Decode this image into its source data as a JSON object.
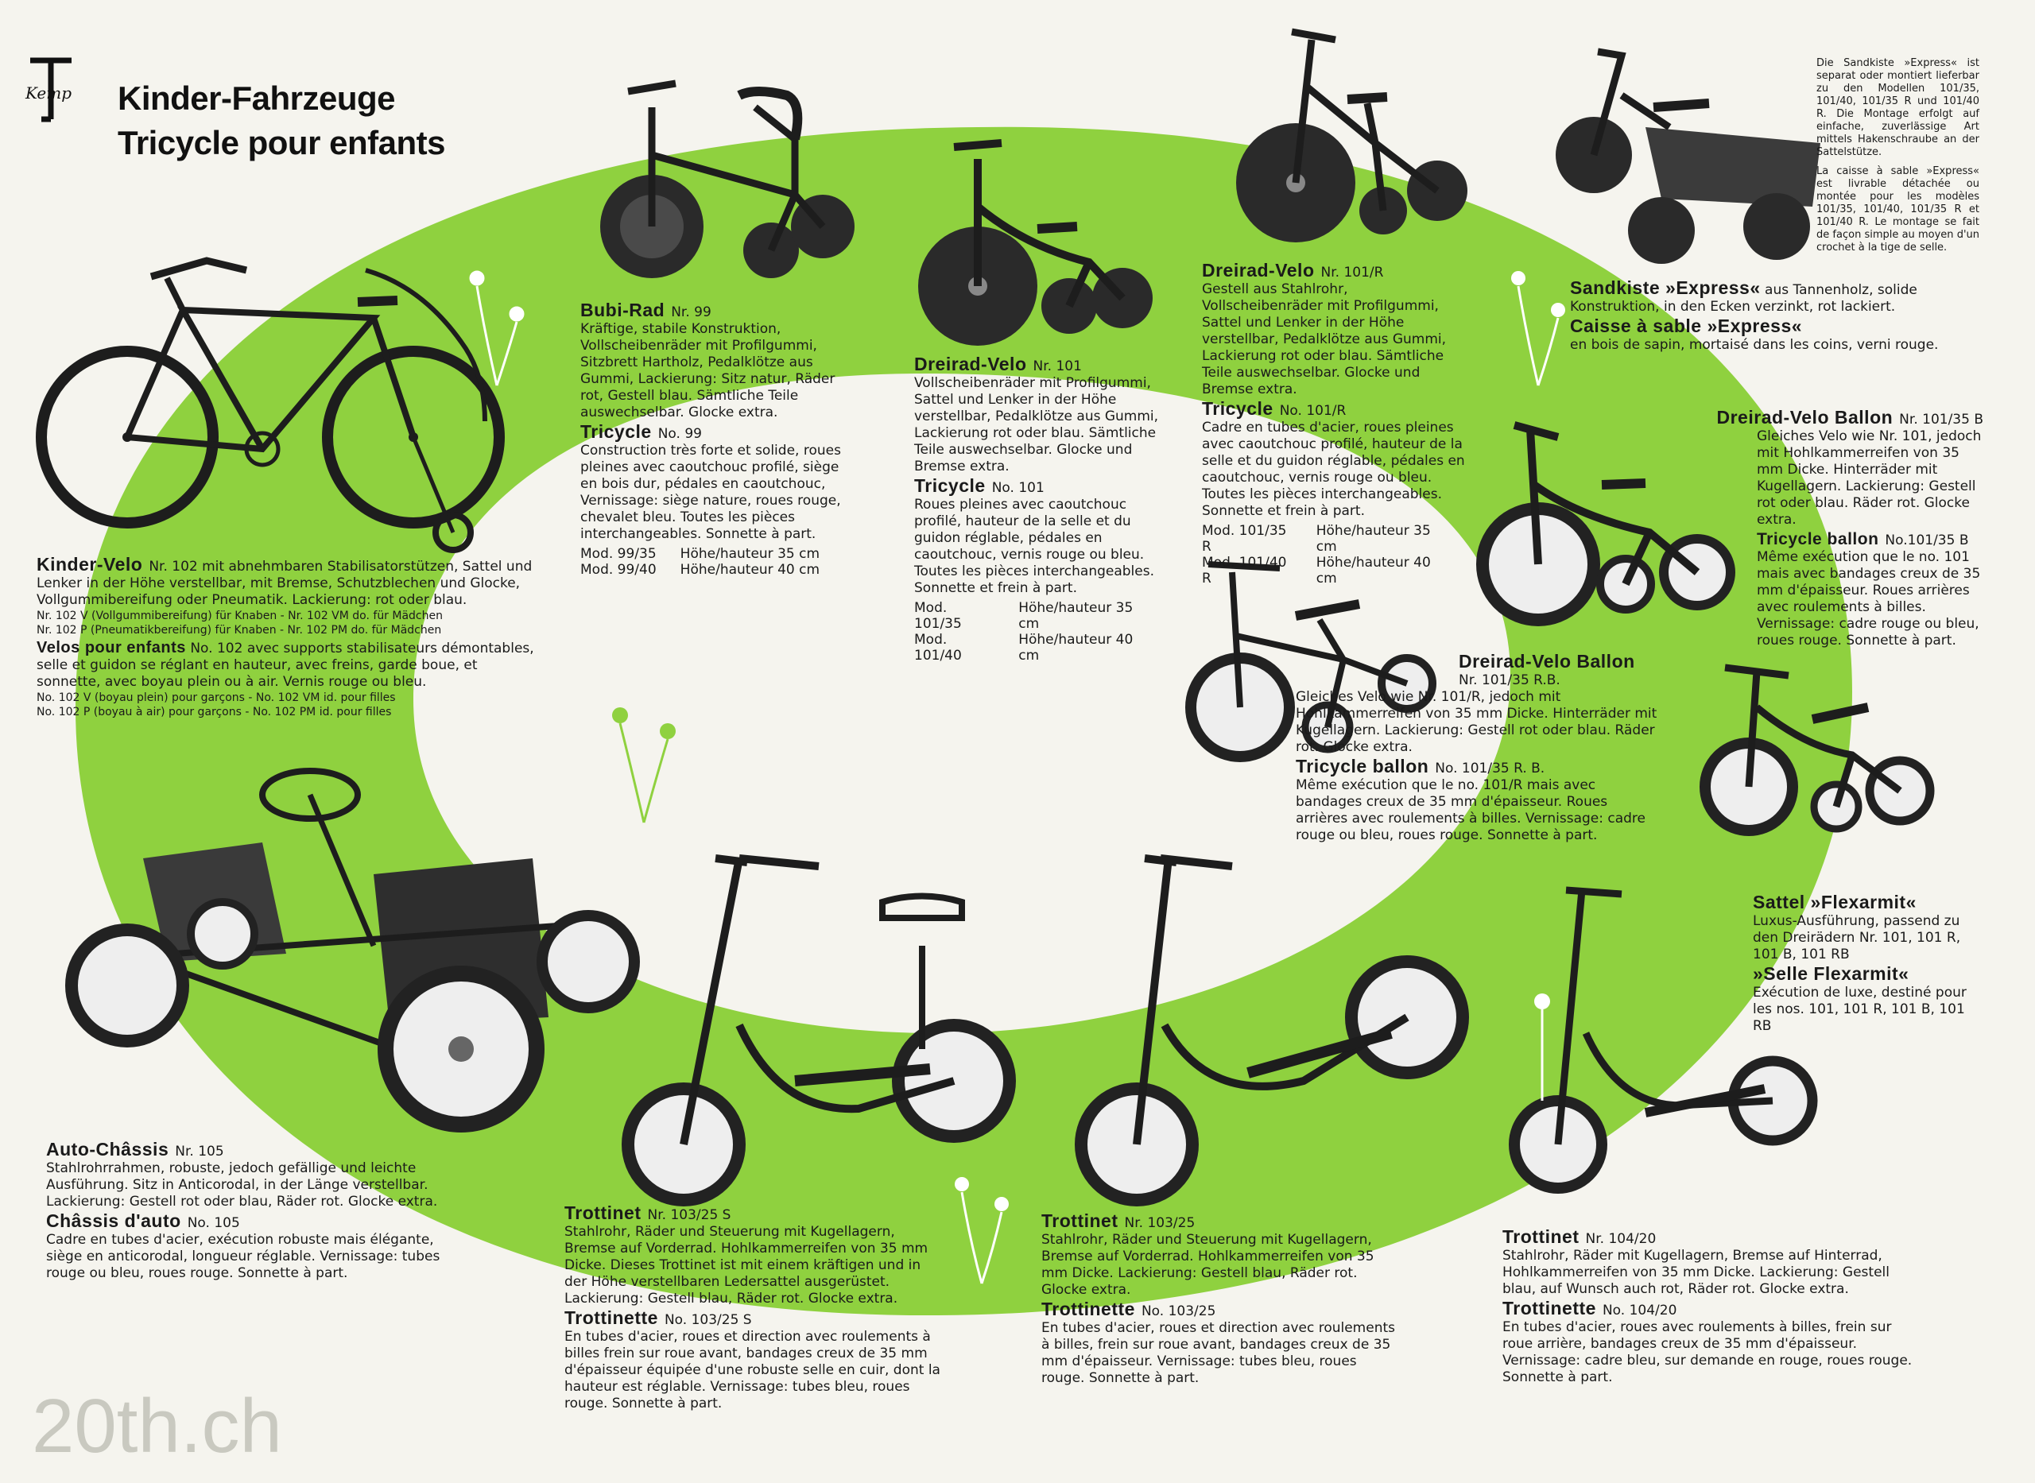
{
  "header": {
    "logo_text": "Kemp",
    "title_line1": "Kinder-Fahrzeuge",
    "title_line2": "Tricycle pour enfants"
  },
  "watermark": "20th.ch",
  "colors": {
    "ring_green": "#8fd13f",
    "paper": "#f5f4ee",
    "ink": "#1a1a1a"
  },
  "sandkiste_note": {
    "de": "Die Sandkiste »Express« ist separat oder montiert lieferbar zu den Modellen 101/35, 101/40, 101/35 R und 101/40 R. Die Montage erfolgt auf einfache, zuverlässige Art mittels Hakenschraube an der Sattelstütze.",
    "fr": "La caisse à sable »Express« est livrable détachée ou montée pour les modèles 101/35, 101/40, 101/35 R et 101/40 R. Le montage se fait de façon simple au moyen d'un crochet à la tige de selle."
  },
  "kinder_velo": {
    "title": "Kinder-Velo",
    "nr": "Nr. 102",
    "text": "mit abnehmbaren Stabilisatorstützen, Sattel und Lenker in der Höhe verstellbar, mit Bremse, Schutzblechen und Glocke, Vollgummibereifung oder Pneumatik. Lackierung: rot oder blau.",
    "variants_de": [
      "Nr. 102 V (Vollgummibereifung) für Knaben - Nr. 102 VM do. für Mädchen",
      "Nr. 102 P (Pneumatikbereifung) für Knaben - Nr. 102 PM do. für Mädchen"
    ],
    "fr_title": "Velos pour enfants",
    "fr_text": "No. 102 avec supports stabilisateurs démontables, selle et guidon se réglant en hauteur, avec freins, garde boue, et sonnette, avec boyau plein ou à air. Vernis rouge ou bleu.",
    "variants_fr": [
      "No. 102 V (boyau plein) pour garçons - No. 102 VM id. pour filles",
      "No. 102 P (boyau à air) pour garçons - No. 102 PM id. pour filles"
    ]
  },
  "bubi_rad": {
    "title": "Bubi-Rad",
    "nr": "Nr. 99",
    "text": "Kräftige, stabile Konstruktion, Vollscheibenräder mit Profilgummi, Sitzbrett Hartholz, Pedalklötze aus Gummi, Lackierung: Sitz natur, Räder rot, Gestell blau. Sämtliche Teile auswechselbar. Glocke extra.",
    "fr_title": "Tricycle",
    "fr_nr": "No. 99",
    "fr_text": "Construction très forte et solide, roues pleines avec caoutchouc profilé, siège en bois dur, pédales en caoutchouc, Vernissage: siège nature, roues rouge, chevalet bleu. Toutes les pièces interchangeables. Sonnette à part.",
    "models": [
      [
        "Mod. 99/35",
        "Höhe/hauteur 35 cm"
      ],
      [
        "Mod. 99/40",
        "Höhe/hauteur 40 cm"
      ]
    ]
  },
  "dreirad_101": {
    "title": "Dreirad-Velo",
    "nr": "Nr. 101",
    "text": "Vollscheibenräder mit Profilgummi, Sattel und Lenker in der Höhe verstellbar, Pedalklötze aus Gummi, Lackierung rot oder blau. Sämtliche Teile auswechselbar. Glocke und Bremse extra.",
    "fr_title": "Tricycle",
    "fr_nr": "No. 101",
    "fr_text": "Roues pleines avec caoutchouc profilé, hauteur de la selle et du guidon réglable, pédales en caoutchouc, vernis rouge ou bleu. Toutes les pièces interchangeables. Sonnette et frein à part.",
    "models": [
      [
        "Mod. 101/35",
        "Höhe/hauteur 35 cm"
      ],
      [
        "Mod. 101/40",
        "Höhe/hauteur 40 cm"
      ]
    ]
  },
  "dreirad_101r": {
    "title": "Dreirad-Velo",
    "nr": "Nr. 101/R",
    "text": "Gestell aus Stahlrohr, Vollscheibenräder mit Profilgummi, Sattel und Lenker in der Höhe verstellbar, Pedalklötze aus Gummi, Lackierung rot oder blau. Sämtliche Teile auswechselbar. Glocke und Bremse extra.",
    "fr_title": "Tricycle",
    "fr_nr": "No. 101/R",
    "fr_text": "Cadre en tubes d'acier, roues pleines avec caoutchouc profilé, hauteur de la selle et du guidon réglable, pédales en caoutchouc, vernis rouge ou bleu. Toutes les pièces interchangeables. Sonnette et frein à part.",
    "models": [
      [
        "Mod. 101/35 R",
        "Höhe/hauteur 35 cm"
      ],
      [
        "Mod. 101/40 R",
        "Höhe/hauteur 40 cm"
      ]
    ]
  },
  "sandkiste": {
    "title": "Sandkiste »Express«",
    "text": "aus Tannenholz, solide Konstruktion, in den Ecken verzinkt, rot lackiert.",
    "fr_title": "Caisse à sable »Express«",
    "fr_text": "en bois de sapin, mortaisé dans les coins, verni rouge."
  },
  "ballon_b": {
    "title": "Dreirad-Velo Ballon",
    "nr": "Nr. 101/35 B",
    "text": "Gleiches Velo wie Nr. 101, jedoch mit Hohlkammerreifen von 35 mm Dicke. Hinterräder mit Kugellagern. Lackierung: Gestell rot oder blau. Räder rot. Glocke extra.",
    "fr_title": "Tricycle ballon",
    "fr_nr": "No.101/35 B",
    "fr_text": "Même exécution que le no. 101 mais avec bandages creux de 35 mm d'épaisseur. Roues arrières avec roulements à billes. Vernissage: cadre rouge ou bleu, roues rouge. Sonnette à part."
  },
  "ballon_rb": {
    "title": "Dreirad-Velo Ballon",
    "nr": "Nr. 101/35 R.B.",
    "text": "Gleiches Velo wie Nr. 101/R, jedoch mit Hohlkammerreifen von 35 mm Dicke. Hinterräder mit Kugellagern. Lackierung: Gestell rot oder blau. Räder rot. Glocke extra.",
    "fr_title": "Tricycle ballon",
    "fr_nr": "No. 101/35 R. B.",
    "fr_text": "Même exécution que le no. 101/R mais avec bandages creux de 35 mm d'épaisseur. Roues arrières avec roulements à billes. Vernissage: cadre rouge ou bleu, roues rouge. Sonnette à part."
  },
  "sattel": {
    "title": "Sattel »Flexarmit«",
    "text": "Luxus-Ausführung, passend zu den Dreirädern Nr. 101, 101 R, 101 B, 101 RB",
    "fr_title": "»Selle Flexarmit«",
    "fr_text": "Exécution de luxe, destiné pour les nos. 101, 101 R, 101 B, 101 RB"
  },
  "auto_chassis": {
    "title": "Auto-Châssis",
    "nr": "Nr. 105",
    "text": "Stahlrohrrahmen, robuste, jedoch gefällige und leichte Ausführung. Sitz in Anticorodal, in der Länge verstellbar. Lackierung: Gestell rot oder blau, Räder rot. Glocke extra.",
    "fr_title": "Châssis d'auto",
    "fr_nr": "No. 105",
    "fr_text": "Cadre en tubes d'acier, exécution robuste mais élégante, siège en anticorodal, longueur réglable. Vernissage: tubes rouge ou bleu, roues rouge. Sonnette à part."
  },
  "trottinet_s": {
    "title": "Trottinet",
    "nr": "Nr. 103/25 S",
    "text": "Stahlrohr, Räder und Steuerung mit Kugellagern, Bremse auf Vorderrad. Hohlkammerreifen von 35 mm Dicke. Dieses Trottinet ist mit einem kräftigen und in der Höhe verstellbaren Ledersattel ausgerüstet. Lackierung: Gestell blau, Räder rot. Glocke extra.",
    "fr_title": "Trottinette",
    "fr_nr": "No. 103/25 S",
    "fr_text": "En tubes d'acier, roues et direction avec roulements à billes frein sur roue avant, bandages creux de 35 mm d'épaisseur équipée d'une robuste selle en cuir, dont la hauteur est réglable. Vernissage: tubes bleu, roues rouge. Sonnette à part."
  },
  "trottinet_25": {
    "title": "Trottinet",
    "nr": "Nr. 103/25",
    "text": "Stahlrohr, Räder und Steuerung mit Kugellagern, Bremse auf Vorderrad. Hohlkammerreifen von 35 mm Dicke. Lackierung: Gestell blau, Räder rot. Glocke extra.",
    "fr_title": "Trottinette",
    "fr_nr": "No. 103/25",
    "fr_text": "En tubes d'acier, roues et direction avec roulements à billes, frein sur roue avant, bandages creux de 35 mm d'épaisseur. Vernissage: tubes bleu, roues rouge. Sonnette à part."
  },
  "trottinet_20": {
    "title": "Trottinet",
    "nr": "Nr. 104/20",
    "text": "Stahlrohr, Räder mit Kugellagern, Bremse auf Hinterrad, Hohlkammerreifen von 35 mm Dicke. Lackierung: Gestell blau, auf Wunsch auch rot, Räder rot. Glocke extra.",
    "fr_title": "Trottinette",
    "fr_nr": "No. 104/20",
    "fr_text": "En tubes d'acier, roues avec roulements à billes, frein sur roue arrière, bandages creux de 35 mm d'épaisseur. Vernissage: cadre bleu, sur demande en rouge, roues rouge. Sonnette à part."
  },
  "icons": [
    "kemp-logo-icon",
    "bicycle-icon",
    "tricycle-icon",
    "sandbox-cart-icon",
    "auto-chassis-icon",
    "scooter-icon",
    "flower-icon"
  ]
}
